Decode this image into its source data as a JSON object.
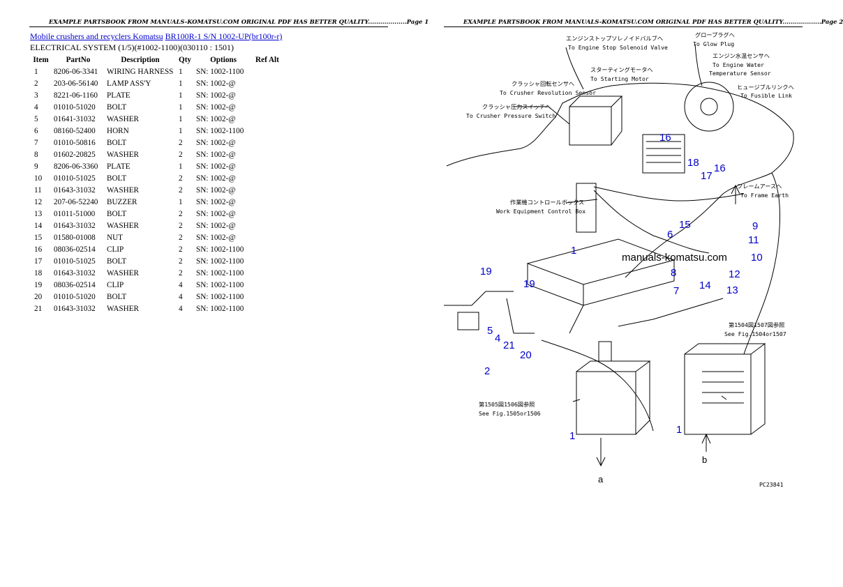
{
  "header": {
    "left_title": "EXAMPLE PARTSBOOK FROM MANUALS-KOMATSU.COM ORIGINAL PDF HAS BETTER QUALITY...................Page 1",
    "right_title": "EXAMPLE PARTSBOOK FROM MANUALS-KOMATSU.COM ORIGINAL PDF HAS BETTER QUALITY...................Page 2"
  },
  "breadcrumb": {
    "category": "Mobile crushers and recyclers Komatsu",
    "model": "BR100R-1 S/N 1002-UP(br100r-r)"
  },
  "section_title": "ELECTRICAL SYSTEM (1/5)(#1002-1100)(030110 : 1501)",
  "table": {
    "headers": [
      "Item",
      "PartNo",
      "Description",
      "Qty",
      "Options",
      "Ref Alt"
    ],
    "rows": [
      [
        "1",
        "8206-06-3341",
        "WIRING HARNESS",
        "1",
        "SN: 1002-1100",
        ""
      ],
      [
        "2",
        "203-06-56140",
        "LAMP ASS'Y",
        "1",
        "SN: 1002-@",
        ""
      ],
      [
        "3",
        "8221-06-1160",
        "PLATE",
        "1",
        "SN: 1002-@",
        ""
      ],
      [
        "4",
        "01010-51020",
        "BOLT",
        "1",
        "SN: 1002-@",
        ""
      ],
      [
        "5",
        "01641-31032",
        "WASHER",
        "1",
        "SN: 1002-@",
        ""
      ],
      [
        "6",
        "08160-52400",
        "HORN",
        "1",
        "SN: 1002-1100",
        ""
      ],
      [
        "7",
        "01010-50816",
        "BOLT",
        "2",
        "SN: 1002-@",
        ""
      ],
      [
        "8",
        "01602-20825",
        "WASHER",
        "2",
        "SN: 1002-@",
        ""
      ],
      [
        "9",
        "8206-06-3360",
        "PLATE",
        "1",
        "SN: 1002-@",
        ""
      ],
      [
        "10",
        "01010-51025",
        "BOLT",
        "2",
        "SN: 1002-@",
        ""
      ],
      [
        "11",
        "01643-31032",
        "WASHER",
        "2",
        "SN: 1002-@",
        ""
      ],
      [
        "12",
        "207-06-52240",
        "BUZZER",
        "1",
        "SN: 1002-@",
        ""
      ],
      [
        "13",
        "01011-51000",
        "BOLT",
        "2",
        "SN: 1002-@",
        ""
      ],
      [
        "14",
        "01643-31032",
        "WASHER",
        "2",
        "SN: 1002-@",
        ""
      ],
      [
        "15",
        "01580-01008",
        "NUT",
        "2",
        "SN: 1002-@",
        ""
      ],
      [
        "16",
        "08036-02514",
        "CLIP",
        "2",
        "SN: 1002-1100",
        ""
      ],
      [
        "17",
        "01010-51025",
        "BOLT",
        "2",
        "SN: 1002-1100",
        ""
      ],
      [
        "18",
        "01643-31032",
        "WASHER",
        "2",
        "SN: 1002-1100",
        ""
      ],
      [
        "19",
        "08036-02514",
        "CLIP",
        "4",
        "SN: 1002-1100",
        ""
      ],
      [
        "20",
        "01010-51020",
        "BOLT",
        "4",
        "SN: 1002-1100",
        ""
      ],
      [
        "21",
        "01643-31032",
        "WASHER",
        "4",
        "SN: 1002-1100",
        ""
      ]
    ]
  },
  "diagram": {
    "labels": {
      "stop_solenoid_jp": "エンジンストップソレノイドバルブへ",
      "stop_solenoid_en": "To Engine Stop Solenoid Valve",
      "glow_plug_jp": "グロープラグへ",
      "glow_plug_en": "To Glow Plug",
      "water_temp_jp": "エンジン水温センサへ",
      "water_temp_en1": "To Engine Water",
      "water_temp_en2": "Temperature Sensor",
      "starting_motor_jp": "スターティングモータへ",
      "starting_motor_en": "To Starting Motor",
      "crusher_rev_jp": "クラッシャ回転センサへ",
      "crusher_rev_en": "To Crusher Revolution Sensor",
      "fusible_link_jp": "ヒュージブルリンクへ",
      "fusible_link_en": "To Fusible Link",
      "crusher_press_jp": "クラッシャ圧力スイッチへ",
      "crusher_press_en": "To Crusher Pressure Switch",
      "frame_earth_jp": "フレームアースへ",
      "frame_earth_en": "To Frame Earth",
      "control_box_jp": "作業機コントロールボックス",
      "control_box_en": "Work Equipment Control Box",
      "see_1504_jp": "第1504図1507図参照",
      "see_1504_en": "See Fig.1504or1507",
      "see_1505_jp": "第1505図1506図参照",
      "see_1505_en": "See Fig.1505or1506",
      "watermark": "manuals-komatsu.com",
      "fig_code": "PC23841",
      "letter_a": "a",
      "letter_b": "b"
    },
    "callouts": {
      "c1a": "1",
      "c1b": "1",
      "c1c": "1",
      "c2": "2",
      "c4": "4",
      "c5": "5",
      "c6": "6",
      "c7": "7",
      "c8": "8",
      "c9": "9",
      "c10": "10",
      "c11": "11",
      "c12": "12",
      "c13": "13",
      "c14": "14",
      "c15": "15",
      "c16a": "16",
      "c16b": "16",
      "c17": "17",
      "c18": "18",
      "c19a": "19",
      "c19b": "19",
      "c20": "20",
      "c21": "21"
    }
  }
}
